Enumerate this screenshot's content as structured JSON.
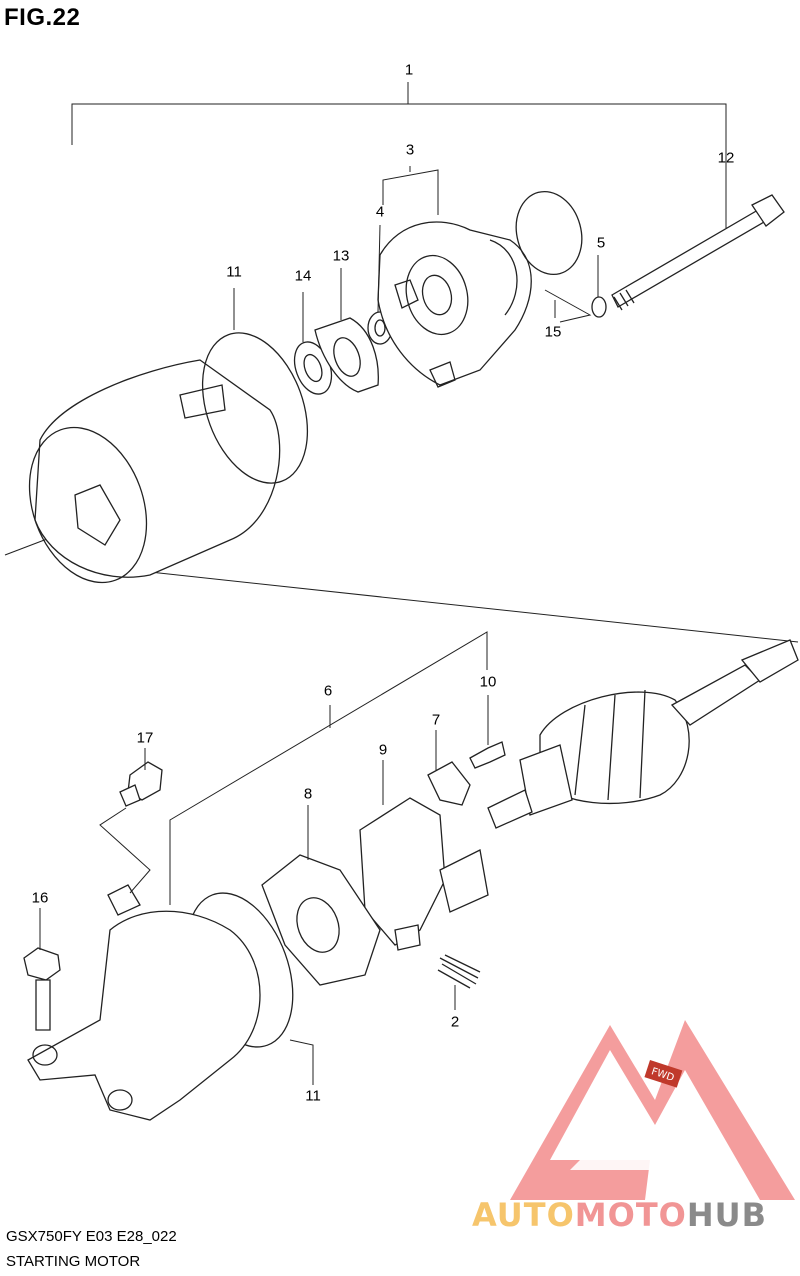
{
  "figure_title": "FIG.22",
  "model_code": "GSX750FY E03 E28_022",
  "section_name": "STARTING MOTOR",
  "watermark": {
    "part1": "AUTO",
    "part2": "MOTO",
    "part3": "HUB",
    "badge": "FWD",
    "colors": {
      "auto": "#f6c56c",
      "moto": "#f19595",
      "hub": "#8a8a8a",
      "logo": "#f07c7c"
    }
  },
  "callouts": {
    "c1": "1",
    "c2": "2",
    "c3": "3",
    "c4": "4",
    "c5": "5",
    "c6": "6",
    "c7": "7",
    "c8": "8",
    "c9": "9",
    "c10": "10",
    "c11a": "11",
    "c11b": "11",
    "c12": "12",
    "c13": "13",
    "c14": "14",
    "c15": "15",
    "c16": "16",
    "c17": "17"
  }
}
